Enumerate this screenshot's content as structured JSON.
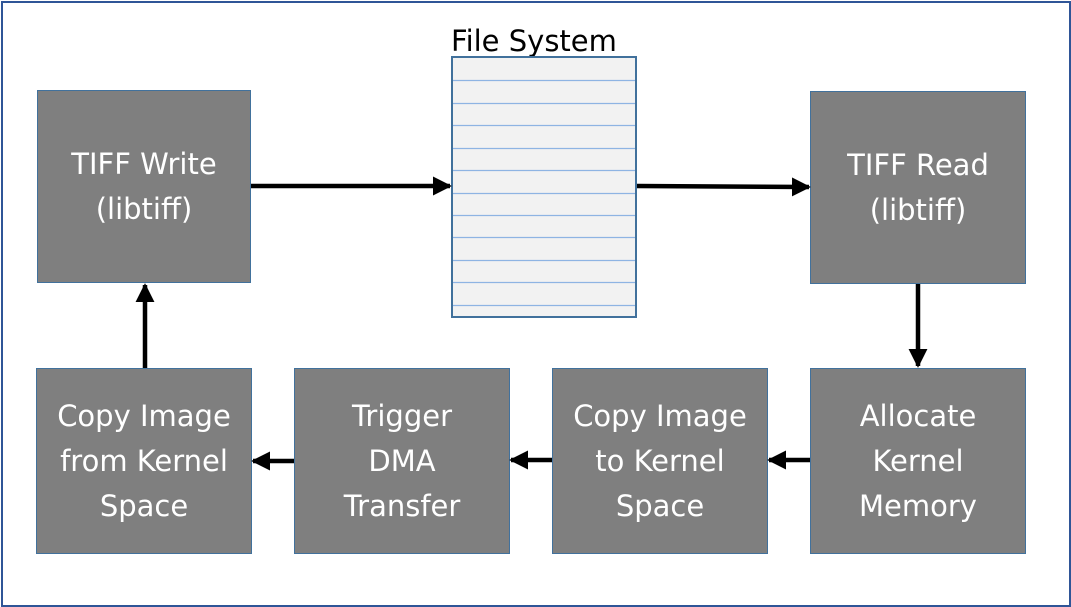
{
  "file_system": {
    "title": "File System",
    "entry_count": 11
  },
  "boxes": {
    "tiff_write": [
      "TIFF Write",
      "(libtiff)"
    ],
    "tiff_read": [
      "TIFF Read",
      "(libtiff)"
    ],
    "allocate_kernel_memory": [
      "Allocate",
      "Kernel",
      "Memory"
    ],
    "copy_to_kernel": [
      "Copy Image",
      "to Kernel",
      "Space"
    ],
    "trigger_dma": [
      "Trigger",
      "DMA",
      "Transfer"
    ],
    "copy_from_kernel": [
      "Copy Image",
      "from Kernel",
      "Space"
    ]
  },
  "colors": {
    "box_fill": "#7f7f7f",
    "box_border": "#41719c",
    "frame_border": "#2f5597",
    "arrow": "#000000",
    "stack_fill": "#f2f2f2",
    "stack_line": "#8eb4e3"
  }
}
